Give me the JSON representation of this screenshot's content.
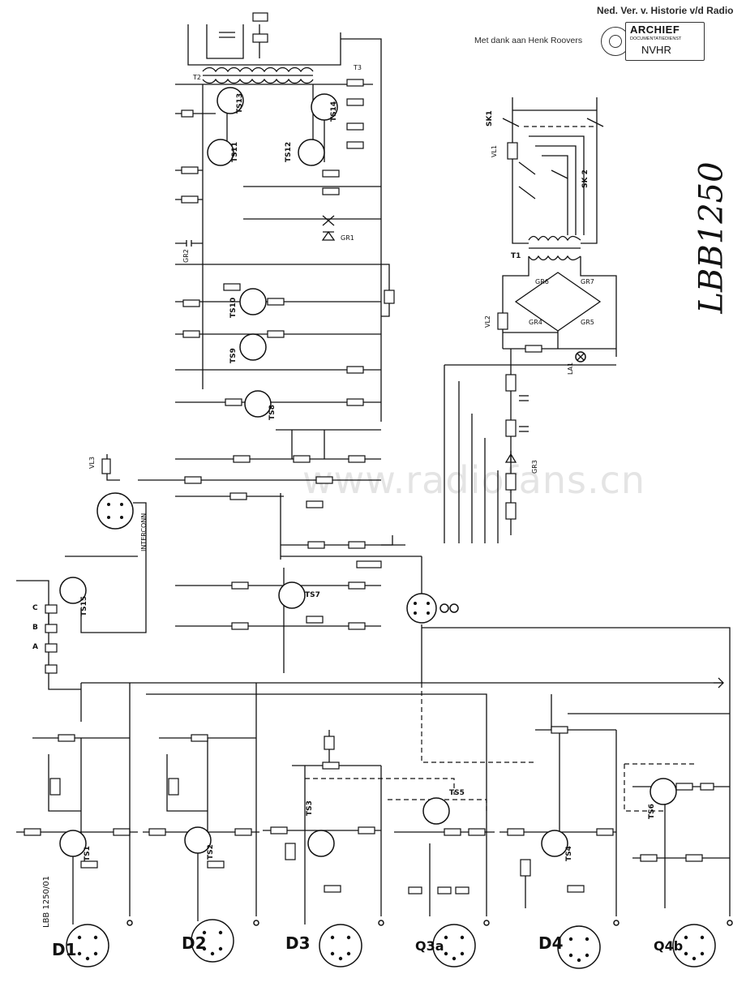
{
  "header": {
    "title": "Ned. Ver. v. Historie v/d Radio",
    "thanks": "Met dank aan Henk Roovers",
    "stamp_line1": "ARCHIEF",
    "stamp_line2": "DOCUMENTATIEDIENST",
    "stamp_line3": "NVHR"
  },
  "watermark": "www.radiofans.cn",
  "handwritten": "LBB1250",
  "model_label": "LBB 1250/01",
  "interconn_label": "INTERCONN",
  "transistors": {
    "ts1": "TS1",
    "ts2": "TS2",
    "ts3": "TS3",
    "ts4": "TS4",
    "ts5": "TS5",
    "ts6": "TS6",
    "ts7": "TS7",
    "ts8": "TS8",
    "ts9": "TS9",
    "ts10": "TS10",
    "ts11": "TS11",
    "ts12": "TS12",
    "ts13": "TS13",
    "ts14": "TS14",
    "ts15": "TS15"
  },
  "connectors": {
    "d1": "D1",
    "d2": "D2",
    "d3": "D3",
    "d4": "D4",
    "q3a": "Q3a",
    "q4b": "Q4b"
  },
  "power_supply": {
    "sk1": "SK1",
    "sk2": "SK 2",
    "t1": "T1",
    "gr4": "GR4",
    "gr5": "GR5",
    "gr6": "GR6",
    "gr7": "GR7",
    "gr3": "GR3",
    "la1": "LA1",
    "vl1": "VL1",
    "vl2": "VL2"
  },
  "output_stage": {
    "t2": "T2",
    "t3": "T3",
    "gr1": "GR1",
    "gr2": "GR2",
    "vl3": "VL3"
  },
  "selector_letters": {
    "a": "A",
    "b": "B",
    "c": "C"
  }
}
